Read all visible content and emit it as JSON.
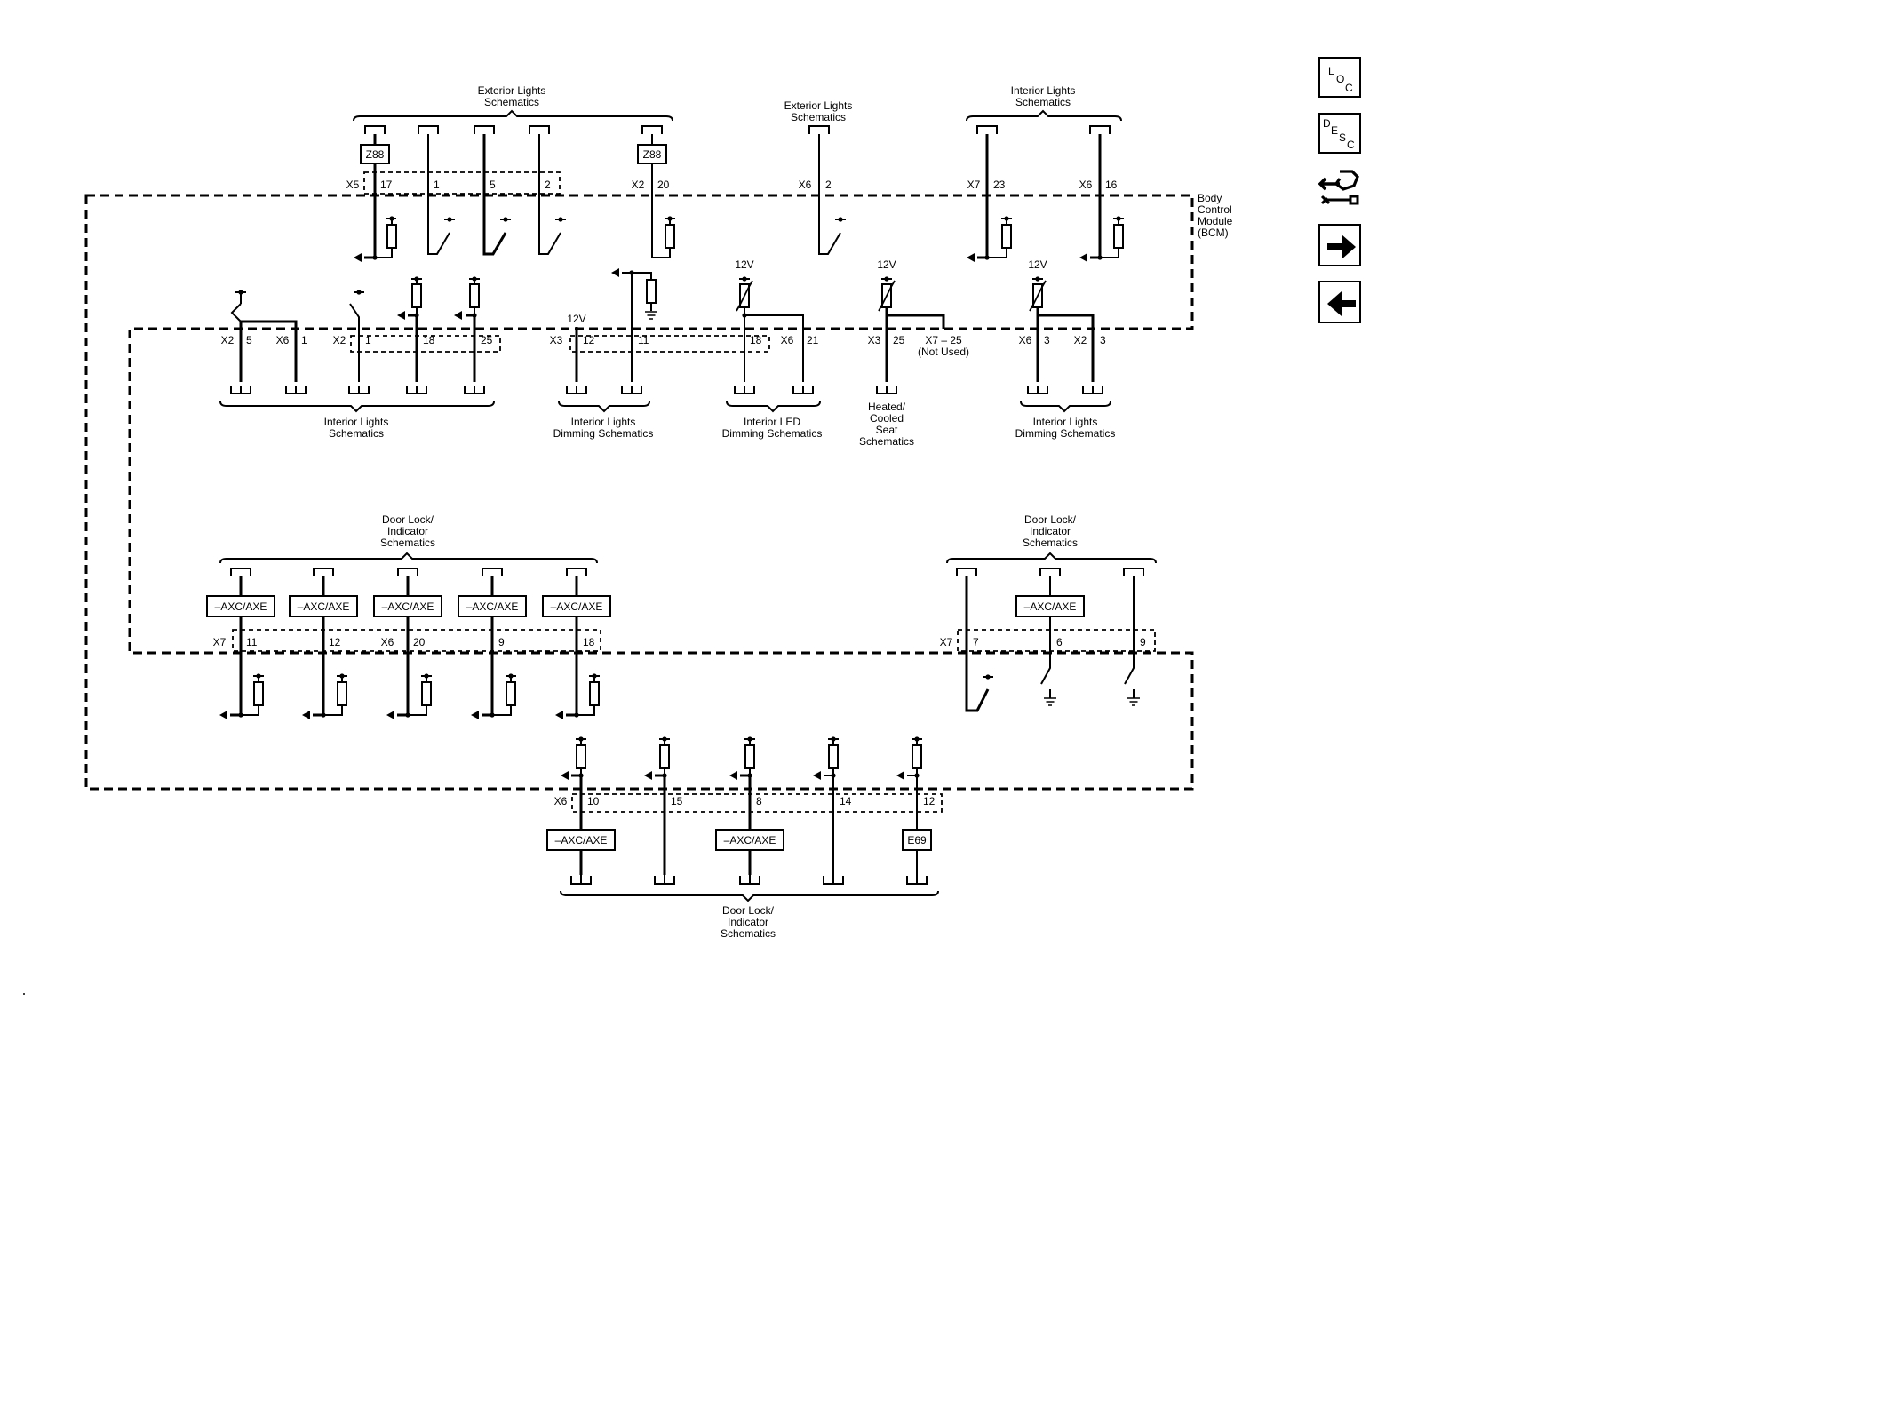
{
  "module": [
    "Body",
    "Control",
    "Module",
    "(BCM)"
  ],
  "sections": {
    "ext1": [
      "Exterior Lights",
      "Schematics"
    ],
    "ext2": [
      "Exterior Lights",
      "Schematics"
    ],
    "int_top": [
      "Interior Lights",
      "Schematics"
    ],
    "int_mid": [
      "Interior Lights",
      "Schematics"
    ],
    "int_dim1": [
      "Interior Lights",
      "Dimming Schematics"
    ],
    "led_dim": [
      "Interior LED",
      "Dimming Schematics"
    ],
    "seat": [
      "Heated/",
      "Cooled",
      "Seat",
      "Schematics"
    ],
    "int_dim2": [
      "Interior Lights",
      "Dimming Schematics"
    ],
    "door1": [
      "Door Lock/",
      "Indicator",
      "Schematics"
    ],
    "door2": [
      "Door Lock/",
      "Indicator",
      "Schematics"
    ],
    "door3": [
      "Door Lock/",
      "Indicator",
      "Schematics"
    ]
  },
  "options": {
    "z88": "Z88",
    "axc": "–AXC/AXE",
    "e69": "E69"
  },
  "voltage": "12V",
  "not_used": "(Not Used)",
  "x7_25": "X7 – 25",
  "connectors": {
    "X2": "X2",
    "X3": "X3",
    "X5": "X5",
    "X6": "X6",
    "X7": "X7"
  },
  "pins": {
    "r1": [
      "17",
      "1",
      "5",
      "2",
      "20",
      "2",
      "23",
      "16"
    ],
    "r2": [
      "5",
      "1",
      "1",
      "18",
      "25",
      "12",
      "11",
      "18",
      "21",
      "25",
      "3",
      "3"
    ],
    "r3": [
      "11",
      "12",
      "20",
      "9",
      "18",
      "7",
      "6",
      "9"
    ],
    "r4": [
      "10",
      "15",
      "8",
      "14",
      "12"
    ]
  },
  "nav_icons": [
    "loc-icon",
    "desc-icon",
    "connector-tool-icon",
    "next-arrow-icon",
    "previous-arrow-icon"
  ],
  "nav_text": {
    "loc": [
      "L",
      "O",
      "C"
    ],
    "desc": [
      "D",
      "E",
      "S",
      "C"
    ]
  }
}
